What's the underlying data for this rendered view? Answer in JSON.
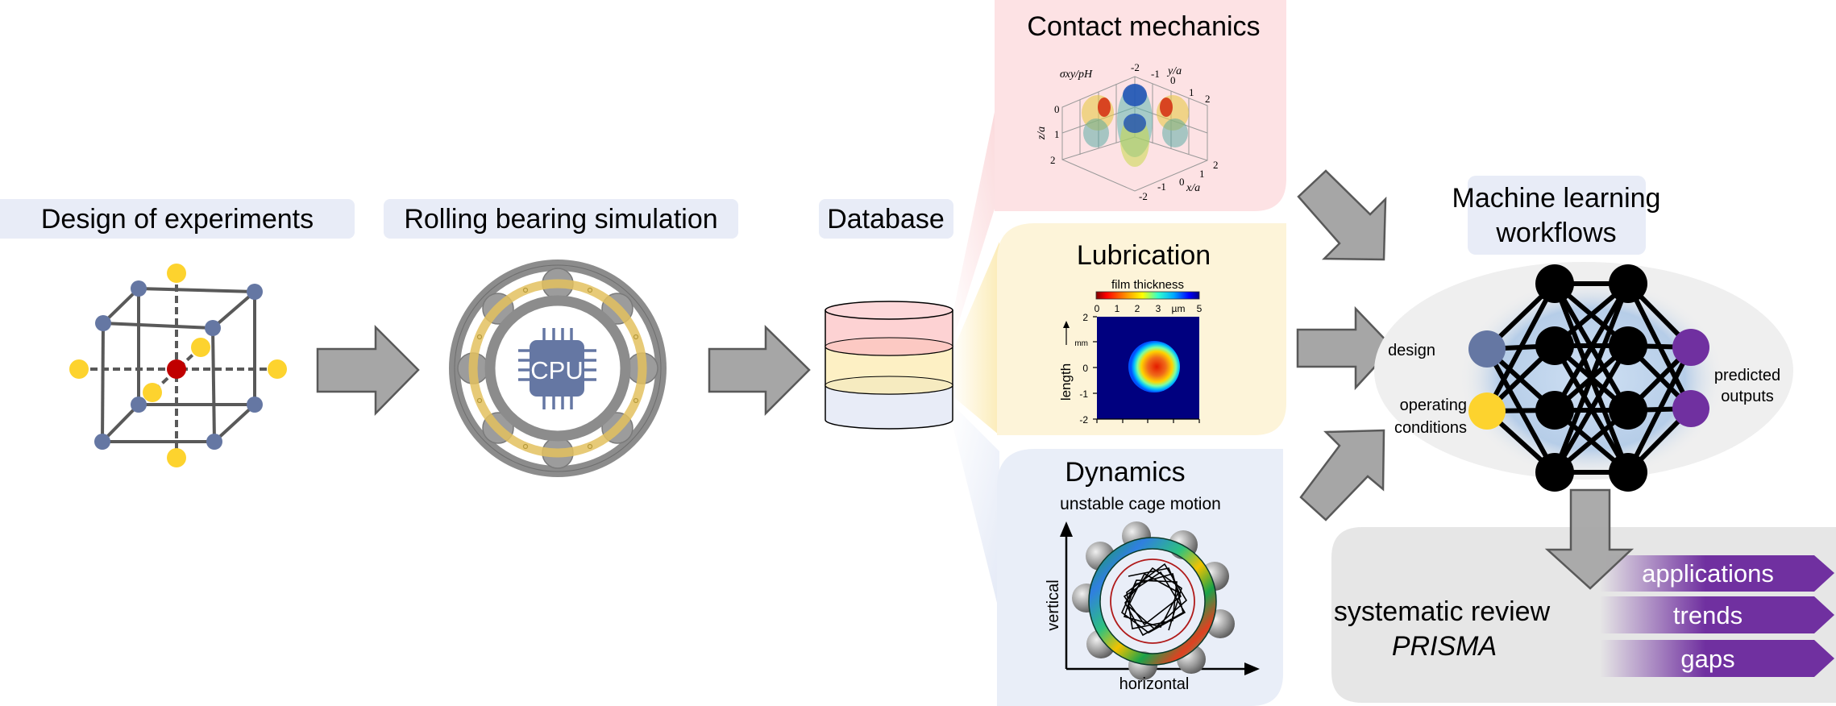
{
  "colors": {
    "label_bg": "#e8ecf7",
    "contact_bg": "#fde2e4",
    "lubrication_bg": "#fdf4d9",
    "dynamics_bg": "#e9eef8",
    "review_bg": "#e6e6e6",
    "ellipse_bg": "#efefef",
    "arrow_fill": "#a6a6a6",
    "arrow_stroke": "#595959",
    "node_blue": "#6577a3",
    "node_yellow": "#fdd32e",
    "node_red": "#c00000",
    "node_black": "#000000",
    "node_purple": "#7030a0",
    "cube_line": "#595959",
    "bearing_gray": "#8c8c8c",
    "cage_gold": "#e3c15f",
    "cpu_blue": "#6577a3"
  },
  "sections": {
    "doe": {
      "title": "Design of experiments"
    },
    "simulation": {
      "title": "Rolling bearing simulation",
      "cpu_label": "CPU"
    },
    "database": {
      "title": "Database"
    },
    "contact": {
      "title": "Contact mechanics",
      "plot": {
        "quantity_label": "σxy/pH",
        "z_axis_label": "z/a",
        "z_ticks": [
          "0",
          "1",
          "2"
        ],
        "y_axis_label": "y/a",
        "y_ticks": [
          "-2",
          "-1",
          "0",
          "1",
          "2"
        ],
        "x_axis_label": "x/a",
        "x_ticks": [
          "2",
          "1",
          "0",
          "-1",
          "-2"
        ]
      }
    },
    "lubrication": {
      "title": "Lubrication",
      "plot": {
        "colorbar_title": "film thickness",
        "colorbar_ticks": [
          "0",
          "1",
          "2",
          "3",
          "µm",
          "5"
        ],
        "y_ticks": [
          "2",
          "mm",
          "0",
          "-1",
          "-2"
        ],
        "y_label": "length"
      }
    },
    "dynamics": {
      "title": "Dynamics",
      "subtitle": "unstable cage motion",
      "x_label": "horizontal",
      "y_label": "vertical"
    },
    "ml": {
      "title_line1": "Machine learning",
      "title_line2": "workflows",
      "input_labels": {
        "design": "design",
        "operating_1": "operating",
        "operating_2": "conditions"
      },
      "output_label_1": "predicted",
      "output_label_2": "outputs",
      "layers": [
        2,
        4,
        4,
        2
      ]
    },
    "review": {
      "title": "systematic review",
      "method": "PRISMA",
      "outcomes": [
        "applications",
        "trends",
        "gaps"
      ]
    }
  }
}
